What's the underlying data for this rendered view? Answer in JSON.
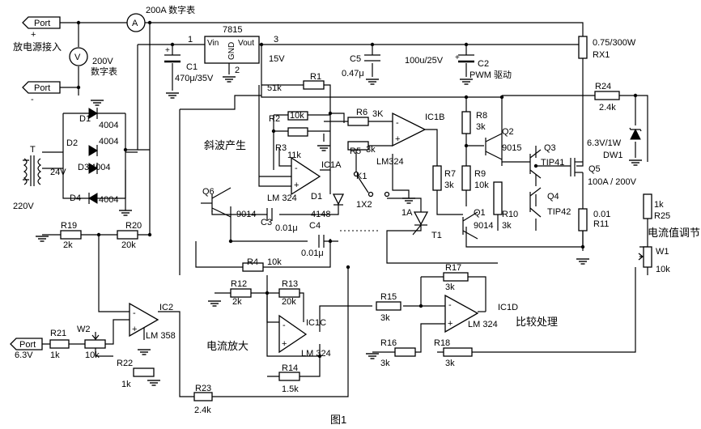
{
  "caption": "图1",
  "ports": {
    "p1": "Port",
    "p2": "Port",
    "p3": "Port"
  },
  "labels": {
    "discharge_in": "放电源接入",
    "plus": "+",
    "minus": "-",
    "volt_meter_1": "200V",
    "volt_meter_2": "数字表",
    "amp_meter": "200A 数字表",
    "reg_name": "7815",
    "reg_vin": "Vin",
    "reg_gnd": "GND",
    "reg_vout": "Vout",
    "reg_pin1": "1",
    "reg_pin2": "2",
    "reg_pin3": "3",
    "reg_15v": "15V",
    "c1": "C1",
    "c1_val": "470μ/35V",
    "c5": "C5",
    "c5_val": "0.47μ",
    "c2_val": "100u/25V",
    "c2": "C2",
    "pwm": "PWM  驱动",
    "rx1_val": "0.75/300W",
    "rx1": "RX1",
    "d1": "D1",
    "d1_val": "4004",
    "d2": "D2",
    "d2_val": "4004",
    "d3": "D3",
    "d3_val": "4004",
    "d4": "D4",
    "d4_val": "4004",
    "t": "T",
    "v24": "24V",
    "v220": "220V",
    "r1": "R1",
    "r1_val": "51k",
    "r2": "R2",
    "r2_val": "10k",
    "r3": "R3",
    "r3_val": "11k",
    "r4": "R4",
    "r4_val": "10k",
    "r5": "R5",
    "r5_val": "3k",
    "r6": "R6",
    "r6_val": "3K",
    "r7": "R7",
    "r7_val": "3k",
    "r8": "R8",
    "r8_val": "3k",
    "r9": "R9",
    "r9_val": "10k",
    "r10": "R10",
    "r10_val": "3k",
    "r11": "R11",
    "r11_val": "0.01",
    "r12": "R12",
    "r12_val": "2k",
    "r13": "R13",
    "r13_val": "20k",
    "r14": "R14",
    "r14_val": "1.5k",
    "r15": "R15",
    "r15_val": "3k",
    "r16": "R16",
    "r16_val": "3k",
    "r17": "R17",
    "r17_val": "3k",
    "r18": "R18",
    "r18_val": "3k",
    "r19": "R19",
    "r19_val": "2k",
    "r20": "R20",
    "r20_val": "20k",
    "r21": "R21",
    "r21_val": "1k",
    "r22": "R22",
    "r22_val": "1k",
    "r23": "R23",
    "r23_val": "2.4k",
    "r24": "R24",
    "r24_val": "2.4k",
    "r25": "R25",
    "r25_val": "1k",
    "w1": "W1",
    "w1_val": "10k",
    "w2": "W2",
    "w2_val": "10k",
    "ic1a": "IC1A",
    "ic1a_part": "LM 324",
    "ic1b": "IC1B",
    "ic1b_part": "LM324",
    "ic1c": "IC1C",
    "ic1c_part": "LM 324",
    "ic1d": "IC1D",
    "ic1d_part": "LM 324",
    "ic2": "IC2",
    "ic2_part": "LM 358",
    "ramp": "斜波产生",
    "amp": "电流放大",
    "compare": "比较处理",
    "current_adj": "电流值调节",
    "q1": "Q1",
    "q1_part": "9014",
    "q2": "Q2",
    "q2_part": "9015",
    "q3": "Q3",
    "q3_part": "TIP41",
    "q4": "Q4",
    "q4_part": "TIP42",
    "q5": "Q5",
    "q5_part": "100A  / 200V",
    "q6": "Q6",
    "q6_part": "9014",
    "k1": "K1",
    "k1_part": "1X2",
    "d1b": "D1",
    "d1b_part": "4148",
    "c3": "C3",
    "c3_val": "0.01μ",
    "c4": "C4",
    "c4_val": "0.01μ",
    "dw1_val": "6.3V/1W",
    "dw1": "DW1",
    "scr_val": "1A",
    "t1": "T1",
    "v63": "6.3V",
    "sym_a": "A",
    "sym_v": "V"
  }
}
